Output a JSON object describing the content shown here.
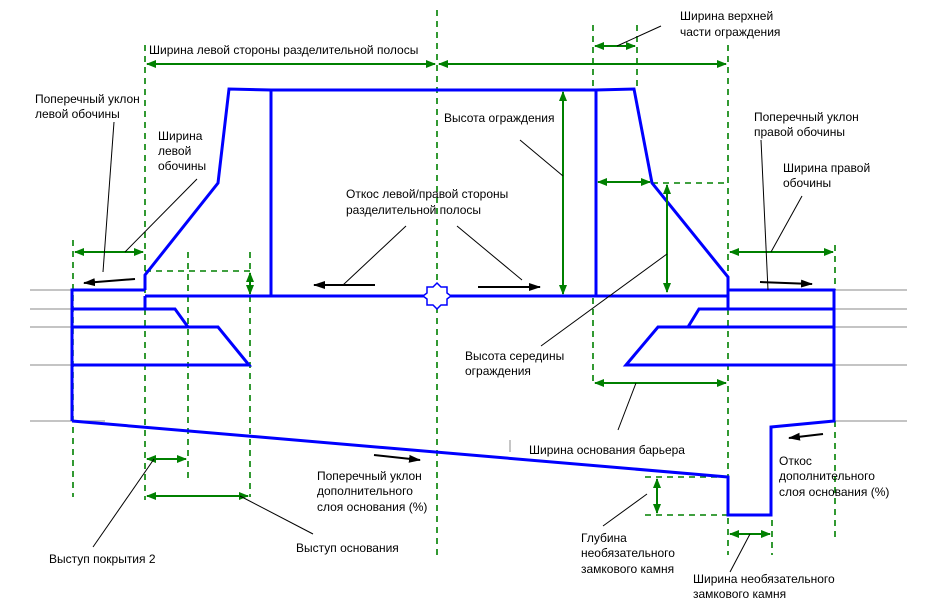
{
  "diagram": {
    "title": "Разделительная полоса с ограждением — параметры сечения",
    "colors": {
      "shape": "#0000ff",
      "dimension": "#008000",
      "leader": "#000000",
      "ground": "#a0a0a0"
    },
    "labels": {
      "left_median_width": "Ширина левой стороны разделительной полосы",
      "barrier_top_width_1": "Ширина верхней",
      "barrier_top_width_2": "части ограждения",
      "left_shoulder_slope_1": "Поперечный уклон",
      "left_shoulder_slope_2": "левой обочины",
      "left_shoulder_width_1": "Ширина",
      "left_shoulder_width_2": "левой",
      "left_shoulder_width_3": "обочины",
      "barrier_height": "Высота ограждения",
      "right_shoulder_slope_1": "Поперечный уклон",
      "right_shoulder_slope_2": "правой обочины",
      "right_shoulder_width_1": "Ширина правой",
      "right_shoulder_width_2": "обочины",
      "median_slope_1": "Откос левой/правой стороны",
      "median_slope_2": "разделительной полосы",
      "barrier_mid_height_1": "Высота середины",
      "barrier_mid_height_2": "ограждения",
      "barrier_base_width": "Ширина основания барьера",
      "subbase_slope_1": "Поперечный уклон",
      "subbase_slope_2": "дополнительного",
      "subbase_slope_3": "слоя основания (%)",
      "subbase_side_slope_1": "Откос",
      "subbase_side_slope_2": "дополнительного",
      "subbase_side_slope_3": "слоя основания (%)",
      "pave2_extension": "Выступ покрытия 2",
      "base_extension": "Выступ основания",
      "key_depth_1": "Глубина",
      "key_depth_2": "необязательного",
      "key_depth_3": "замкового камня",
      "key_width_1": "Ширина необязательного",
      "key_width_2": "замкового камня"
    },
    "icons": {
      "center_marker": "crown-point-marker-icon"
    }
  }
}
